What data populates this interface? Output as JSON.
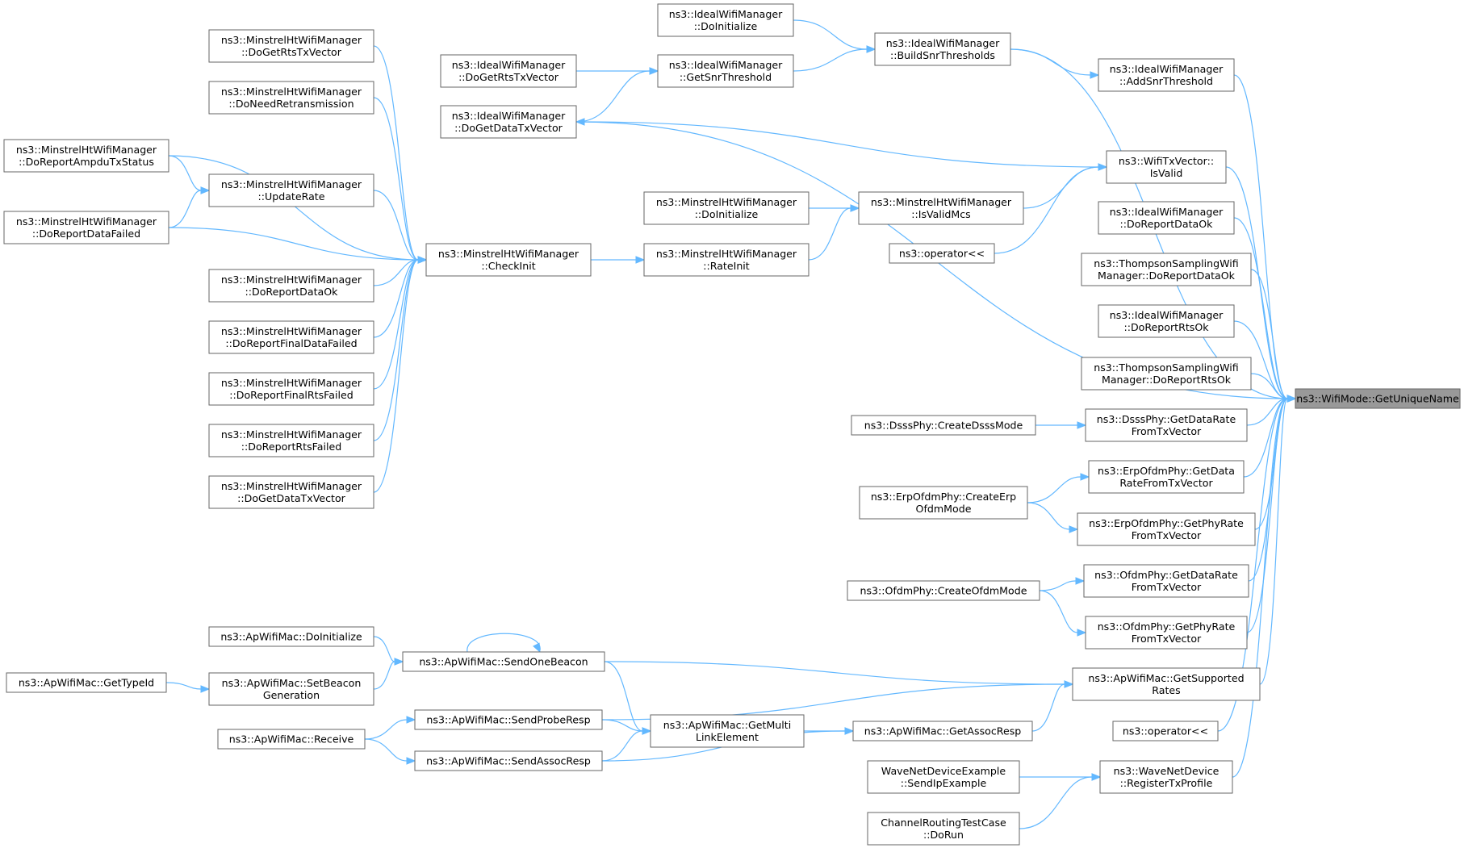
{
  "graph": {
    "root": "root",
    "nodes": [
      {
        "id": "root",
        "lines": [
          "ns3::WifiMode::GetUniqueName"
        ]
      },
      {
        "id": "ideal_doinit",
        "lines": [
          "ns3::IdealWifiManager",
          "::DoInitialize"
        ]
      },
      {
        "id": "ideal_build",
        "lines": [
          "ns3::IdealWifiManager",
          "::BuildSnrThresholds"
        ]
      },
      {
        "id": "ideal_addsnr",
        "lines": [
          "ns3::IdealWifiManager",
          "::AddSnrThreshold"
        ]
      },
      {
        "id": "ideal_rtstx",
        "lines": [
          "ns3::IdealWifiManager",
          "::DoGetRtsTxVector"
        ]
      },
      {
        "id": "ideal_getsnr",
        "lines": [
          "ns3::IdealWifiManager",
          "::GetSnrThreshold"
        ]
      },
      {
        "id": "ideal_datatx",
        "lines": [
          "ns3::IdealWifiManager",
          "::DoGetDataTxVector"
        ]
      },
      {
        "id": "txv_isvalid",
        "lines": [
          "ns3::WifiTxVector::",
          "IsValid"
        ]
      },
      {
        "id": "ideal_dataok",
        "lines": [
          "ns3::IdealWifiManager",
          "::DoReportDataOk"
        ]
      },
      {
        "id": "thomp_dataok",
        "lines": [
          "ns3::ThompsonSamplingWifi",
          "Manager::DoReportDataOk"
        ]
      },
      {
        "id": "ideal_rtsok",
        "lines": [
          "ns3::IdealWifiManager",
          "::DoReportRtsOk"
        ]
      },
      {
        "id": "thomp_rtsok",
        "lines": [
          "ns3::ThompsonSamplingWifi",
          "Manager::DoReportRtsOk"
        ]
      },
      {
        "id": "dsss_getdr",
        "lines": [
          "ns3::DsssPhy::GetDataRate",
          "FromTxVector"
        ]
      },
      {
        "id": "dsss_create",
        "lines": [
          "ns3::DsssPhy::CreateDsssMode"
        ]
      },
      {
        "id": "erp_getdr",
        "lines": [
          "ns3::ErpOfdmPhy::GetData",
          "RateFromTxVector"
        ]
      },
      {
        "id": "erp_create",
        "lines": [
          "ns3::ErpOfdmPhy::CreateErp",
          "OfdmMode"
        ]
      },
      {
        "id": "erp_getpr",
        "lines": [
          "ns3::ErpOfdmPhy::GetPhyRate",
          "FromTxVector"
        ]
      },
      {
        "id": "ofdm_getdr",
        "lines": [
          "ns3::OfdmPhy::GetDataRate",
          "FromTxVector"
        ]
      },
      {
        "id": "ofdm_create",
        "lines": [
          "ns3::OfdmPhy::CreateOfdmMode"
        ]
      },
      {
        "id": "ofdm_getpr",
        "lines": [
          "ns3::OfdmPhy::GetPhyRate",
          "FromTxVector"
        ]
      },
      {
        "id": "ap_getsupp",
        "lines": [
          "ns3::ApWifiMac::GetSupported",
          "Rates"
        ]
      },
      {
        "id": "op_right",
        "lines": [
          "ns3::operator<<"
        ]
      },
      {
        "id": "wave_reg",
        "lines": [
          "ns3::WaveNetDevice",
          "::RegisterTxProfile"
        ]
      },
      {
        "id": "wave_send",
        "lines": [
          "WaveNetDeviceExample",
          "::SendIpExample"
        ]
      },
      {
        "id": "chan_dorun",
        "lines": [
          "ChannelRoutingTestCase",
          "::DoRun"
        ]
      },
      {
        "id": "mh_doinit",
        "lines": [
          "ns3::MinstrelHtWifiManager",
          "::DoInitialize"
        ]
      },
      {
        "id": "mh_isvalidmcs",
        "lines": [
          "ns3::MinstrelHtWifiManager",
          "::IsValidMcs"
        ]
      },
      {
        "id": "mh_rateinit",
        "lines": [
          "ns3::MinstrelHtWifiManager",
          "::RateInit"
        ]
      },
      {
        "id": "op_mid",
        "lines": [
          "ns3::operator<<"
        ]
      },
      {
        "id": "mh_checkinit",
        "lines": [
          "ns3::MinstrelHtWifiManager",
          "::CheckInit"
        ]
      },
      {
        "id": "mh_getrts",
        "lines": [
          "ns3::MinstrelHtWifiManager",
          "::DoGetRtsTxVector"
        ]
      },
      {
        "id": "mh_needretx",
        "lines": [
          "ns3::MinstrelHtWifiManager",
          "::DoNeedRetransmission"
        ]
      },
      {
        "id": "mh_updaterate",
        "lines": [
          "ns3::MinstrelHtWifiManager",
          "::UpdateRate"
        ]
      },
      {
        "id": "mh_ampdu",
        "lines": [
          "ns3::MinstrelHtWifiManager",
          "::DoReportAmpduTxStatus"
        ]
      },
      {
        "id": "mh_datafailed",
        "lines": [
          "ns3::MinstrelHtWifiManager",
          "::DoReportDataFailed"
        ]
      },
      {
        "id": "mh_dataok",
        "lines": [
          "ns3::MinstrelHtWifiManager",
          "::DoReportDataOk"
        ]
      },
      {
        "id": "mh_finaldata",
        "lines": [
          "ns3::MinstrelHtWifiManager",
          "::DoReportFinalDataFailed"
        ]
      },
      {
        "id": "mh_finalrts",
        "lines": [
          "ns3::MinstrelHtWifiManager",
          "::DoReportFinalRtsFailed"
        ]
      },
      {
        "id": "mh_rtsfailed",
        "lines": [
          "ns3::MinstrelHtWifiManager",
          "::DoReportRtsFailed"
        ]
      },
      {
        "id": "mh_getdata",
        "lines": [
          "ns3::MinstrelHtWifiManager",
          "::DoGetDataTxVector"
        ]
      },
      {
        "id": "ap_getassoc",
        "lines": [
          "ns3::ApWifiMac::GetAssocResp"
        ]
      },
      {
        "id": "ap_getmulti",
        "lines": [
          "ns3::ApWifiMac::GetMulti",
          "LinkElement"
        ]
      },
      {
        "id": "ap_sendbeacon",
        "lines": [
          "ns3::ApWifiMac::SendOneBeacon"
        ]
      },
      {
        "id": "ap_sendprobe",
        "lines": [
          "ns3::ApWifiMac::SendProbeResp"
        ]
      },
      {
        "id": "ap_sendassoc",
        "lines": [
          "ns3::ApWifiMac::SendAssocResp"
        ]
      },
      {
        "id": "ap_doinit",
        "lines": [
          "ns3::ApWifiMac::DoInitialize"
        ]
      },
      {
        "id": "ap_setbeacon",
        "lines": [
          "ns3::ApWifiMac::SetBeacon",
          "Generation"
        ]
      },
      {
        "id": "ap_gettype",
        "lines": [
          "ns3::ApWifiMac::GetTypeId"
        ]
      },
      {
        "id": "ap_receive",
        "lines": [
          "ns3::ApWifiMac::Receive"
        ]
      }
    ],
    "edges": [
      [
        "ideal_doinit",
        "ideal_build"
      ],
      [
        "ideal_build",
        "root"
      ],
      [
        "ideal_build",
        "ideal_addsnr"
      ],
      [
        "ideal_addsnr",
        "root"
      ],
      [
        "ideal_getsnr",
        "ideal_build"
      ],
      [
        "ideal_rtstx",
        "ideal_getsnr"
      ],
      [
        "ideal_datatx",
        "ideal_getsnr"
      ],
      [
        "ideal_datatx",
        "root"
      ],
      [
        "txv_isvalid",
        "ideal_datatx"
      ],
      [
        "txv_isvalid",
        "root"
      ],
      [
        "ideal_dataok",
        "root"
      ],
      [
        "thomp_dataok",
        "root"
      ],
      [
        "ideal_rtsok",
        "root"
      ],
      [
        "thomp_rtsok",
        "root"
      ],
      [
        "dsss_getdr",
        "root"
      ],
      [
        "dsss_create",
        "dsss_getdr"
      ],
      [
        "erp_getdr",
        "root"
      ],
      [
        "erp_create",
        "erp_getdr"
      ],
      [
        "erp_create",
        "erp_getpr"
      ],
      [
        "erp_getpr",
        "root"
      ],
      [
        "ofdm_getdr",
        "root"
      ],
      [
        "ofdm_create",
        "ofdm_getdr"
      ],
      [
        "ofdm_create",
        "ofdm_getpr"
      ],
      [
        "ofdm_getpr",
        "root"
      ],
      [
        "ap_getsupp",
        "root"
      ],
      [
        "op_right",
        "root"
      ],
      [
        "wave_reg",
        "root"
      ],
      [
        "wave_send",
        "wave_reg"
      ],
      [
        "chan_dorun",
        "wave_reg"
      ],
      [
        "mh_isvalidmcs",
        "txv_isvalid"
      ],
      [
        "op_mid",
        "txv_isvalid"
      ],
      [
        "mh_doinit",
        "mh_isvalidmcs"
      ],
      [
        "mh_rateinit",
        "mh_isvalidmcs"
      ],
      [
        "mh_checkinit",
        "mh_rateinit"
      ],
      [
        "mh_getrts",
        "mh_checkinit"
      ],
      [
        "mh_needretx",
        "mh_checkinit"
      ],
      [
        "mh_updaterate",
        "mh_checkinit"
      ],
      [
        "mh_ampdu",
        "mh_checkinit"
      ],
      [
        "mh_ampdu",
        "mh_updaterate"
      ],
      [
        "mh_datafailed",
        "mh_updaterate"
      ],
      [
        "mh_datafailed",
        "mh_checkinit"
      ],
      [
        "mh_dataok",
        "mh_checkinit"
      ],
      [
        "mh_finaldata",
        "mh_checkinit"
      ],
      [
        "mh_finalrts",
        "mh_checkinit"
      ],
      [
        "mh_rtsfailed",
        "mh_checkinit"
      ],
      [
        "mh_getdata",
        "mh_checkinit"
      ],
      [
        "ap_getassoc",
        "ap_getsupp"
      ],
      [
        "ap_sendbeacon",
        "ap_getsupp"
      ],
      [
        "ap_sendprobe",
        "ap_getsupp"
      ],
      [
        "ap_getmulti",
        "ap_getassoc"
      ],
      [
        "ap_sendassoc",
        "ap_getassoc"
      ],
      [
        "ap_sendbeacon",
        "ap_getmulti"
      ],
      [
        "ap_sendprobe",
        "ap_getmulti"
      ],
      [
        "ap_sendassoc",
        "ap_getmulti"
      ],
      [
        "ap_sendbeacon",
        "ap_sendbeacon"
      ],
      [
        "ap_doinit",
        "ap_sendbeacon"
      ],
      [
        "ap_setbeacon",
        "ap_sendbeacon"
      ],
      [
        "ap_gettype",
        "ap_setbeacon"
      ],
      [
        "ap_receive",
        "ap_sendprobe"
      ],
      [
        "ap_receive",
        "ap_sendassoc"
      ]
    ]
  }
}
